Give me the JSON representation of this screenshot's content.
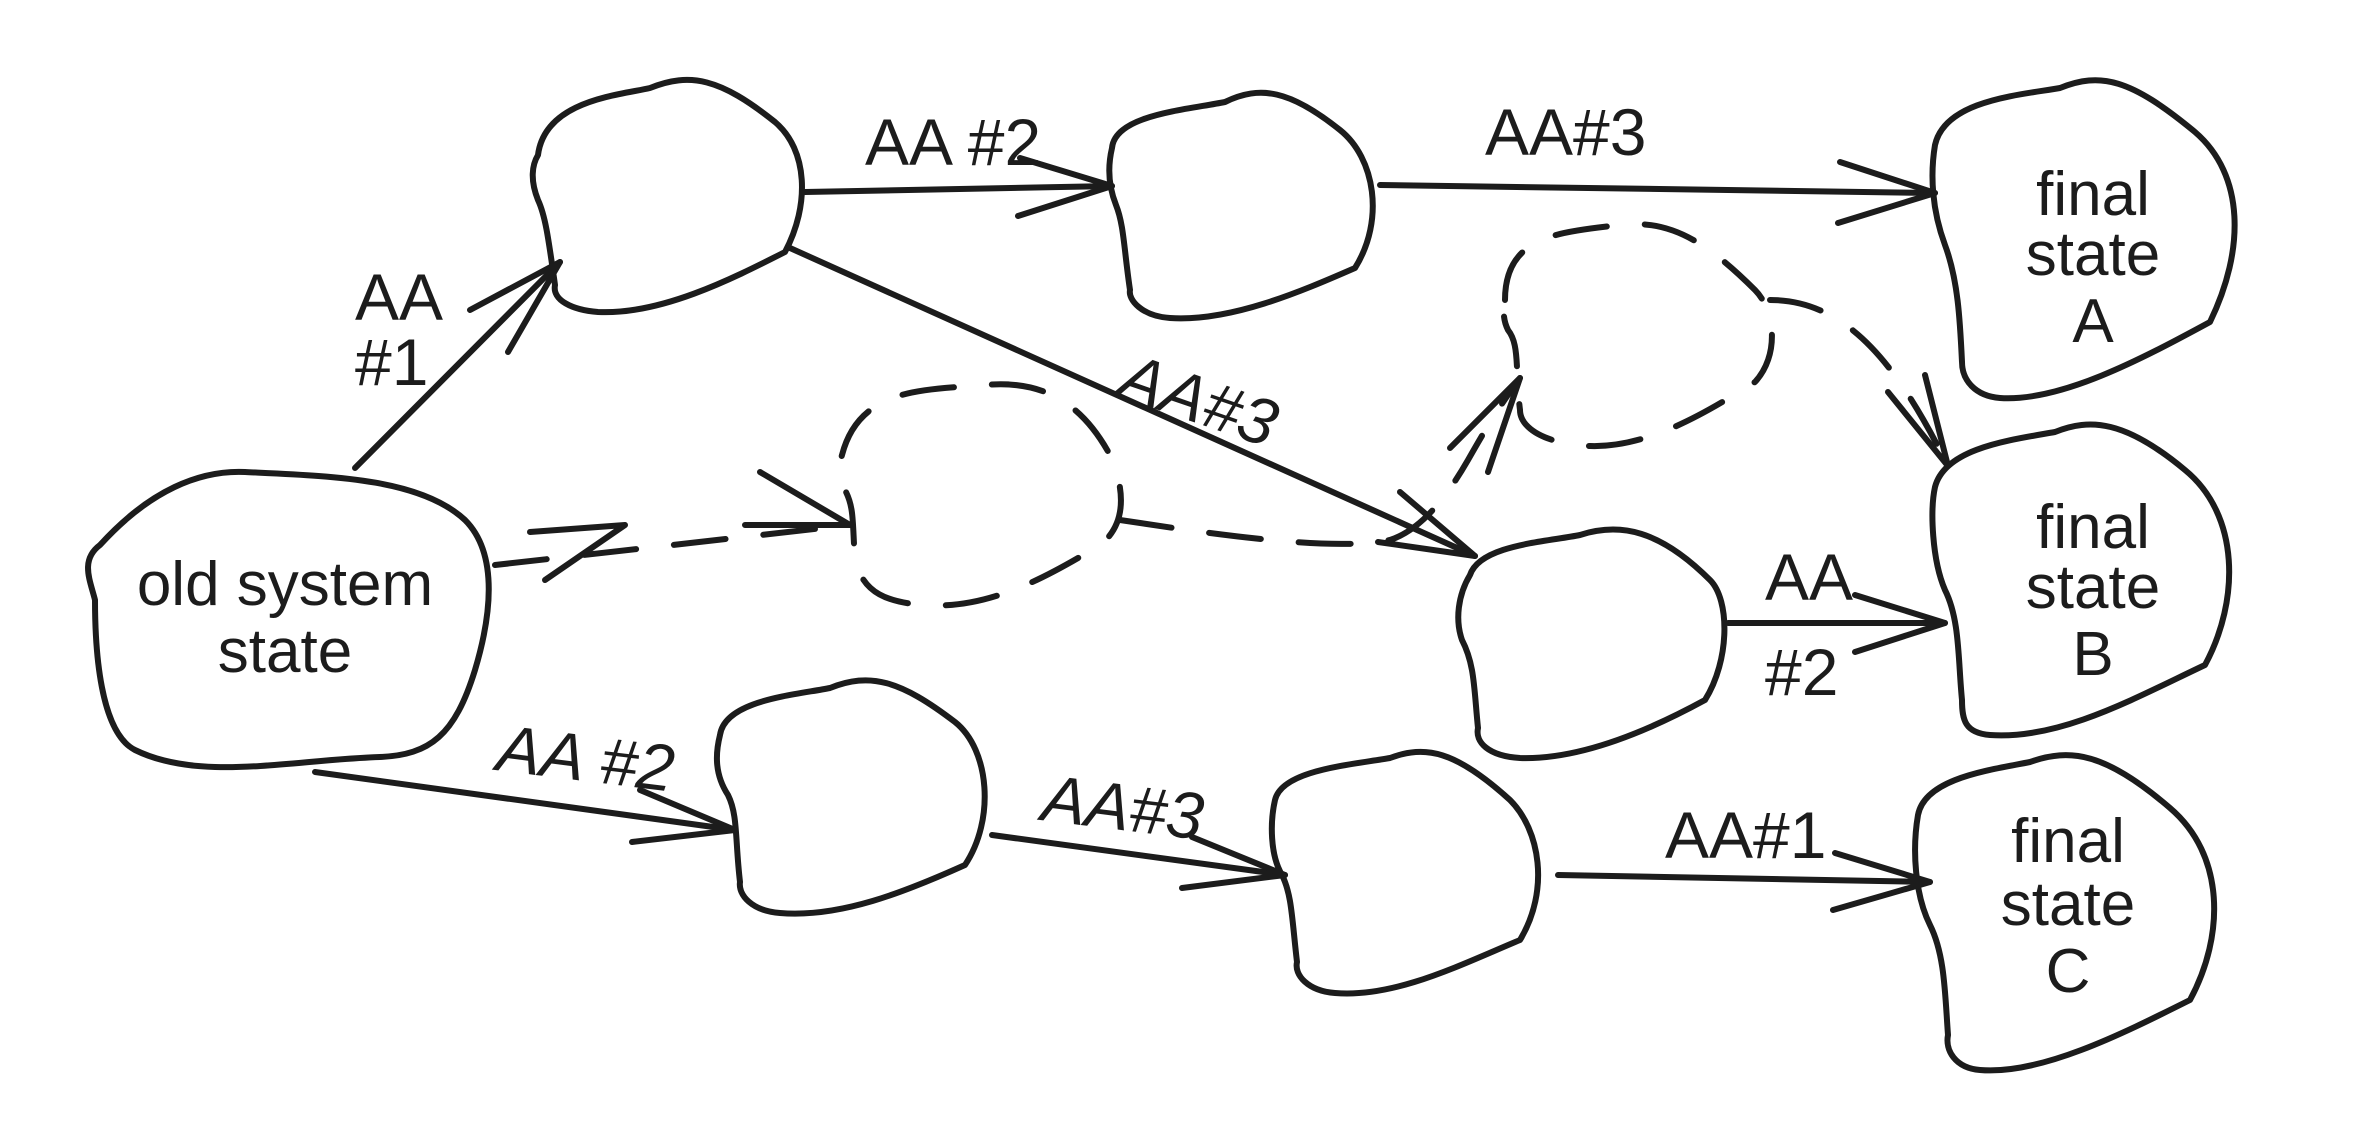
{
  "nodes": {
    "start": {
      "lines": [
        "old system",
        "state"
      ]
    },
    "final_a": {
      "lines": [
        "final",
        "state",
        "A"
      ]
    },
    "final_b": {
      "lines": [
        "final",
        "state",
        "B"
      ]
    },
    "final_c": {
      "lines": [
        "final",
        "state",
        "C"
      ]
    }
  },
  "edges": {
    "aa1_line1": "AA",
    "aa1_line2": "#1",
    "top_aa2": "AA #2",
    "top_aa3": "AA#3",
    "diag_aa3": "AA#3",
    "right_aa2_line1": "AA",
    "right_aa2_line2": "#2",
    "bottom_aa2": "AA #2",
    "bottom_aa3": "AA#3",
    "bottom_aa1": "AA#1"
  }
}
